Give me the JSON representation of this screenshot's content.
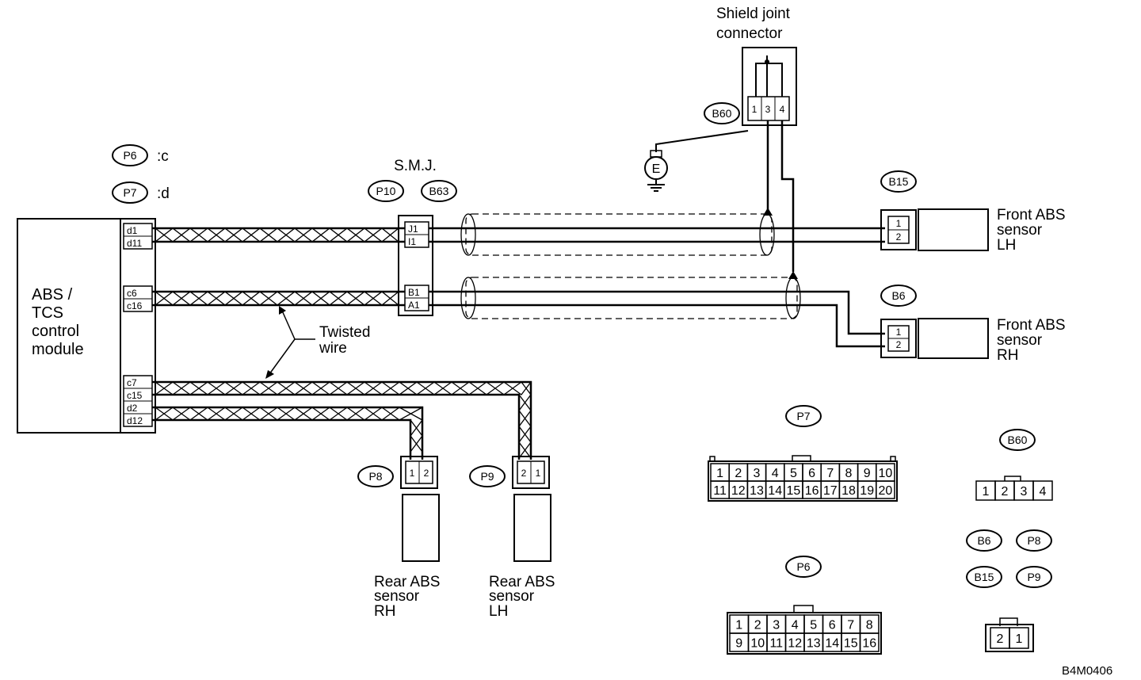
{
  "module": {
    "line1": "ABS /",
    "line2": "TCS",
    "line3": "control",
    "line4": "module"
  },
  "module_pins": [
    "d1",
    "d11",
    "c6",
    "c16",
    "c7",
    "c15",
    "d2",
    "d12"
  ],
  "harness_codes": {
    "c": {
      "code": "P6",
      "suffix": ":c"
    },
    "d": {
      "code": "P7",
      "suffix": ":d"
    }
  },
  "smj": {
    "label": "S.M.J.",
    "codes": [
      "P10",
      "B63"
    ],
    "pins": [
      "J1",
      "I1",
      "B1",
      "A1"
    ]
  },
  "shield": {
    "line1": "Shield joint",
    "line2": "connector",
    "code": "B60",
    "pins": [
      "1",
      "3",
      "4"
    ],
    "ground": "E"
  },
  "twisted": {
    "line1": "Twisted",
    "line2": "wire"
  },
  "sensors": [
    {
      "code": "B15",
      "pins": [
        "1",
        "2"
      ],
      "line1": "Front ABS",
      "line2": "sensor",
      "line3": "LH"
    },
    {
      "code": "B6",
      "pins": [
        "1",
        "2"
      ],
      "line1": "Front ABS",
      "line2": "sensor",
      "line3": "RH"
    },
    {
      "code": "P8",
      "pins": [
        "1",
        "2"
      ],
      "line1": "Rear ABS",
      "line2": "sensor",
      "line3": "RH"
    },
    {
      "code": "P9",
      "pins": [
        "2",
        "1"
      ],
      "line1": "Rear ABS",
      "line2": "sensor",
      "line3": "LH"
    }
  ],
  "views": {
    "p7": {
      "code": "P7",
      "row1": [
        "1",
        "2",
        "3",
        "4",
        "5",
        "6",
        "7",
        "8",
        "9",
        "10"
      ],
      "row2": [
        "11",
        "12",
        "13",
        "14",
        "15",
        "16",
        "17",
        "18",
        "19",
        "20"
      ]
    },
    "p6": {
      "code": "P6",
      "row1": [
        "1",
        "2",
        "3",
        "4",
        "5",
        "6",
        "7",
        "8"
      ],
      "row2": [
        "9",
        "10",
        "11",
        "12",
        "13",
        "14",
        "15",
        "16"
      ]
    },
    "b60": {
      "code": "B60",
      "row1": [
        "1",
        "2",
        "3",
        "4"
      ]
    },
    "two_pin": {
      "codes": [
        "B6",
        "P8",
        "B15",
        "P9"
      ],
      "row1": [
        "2",
        "1"
      ]
    }
  },
  "figure_code": "B4M0406"
}
